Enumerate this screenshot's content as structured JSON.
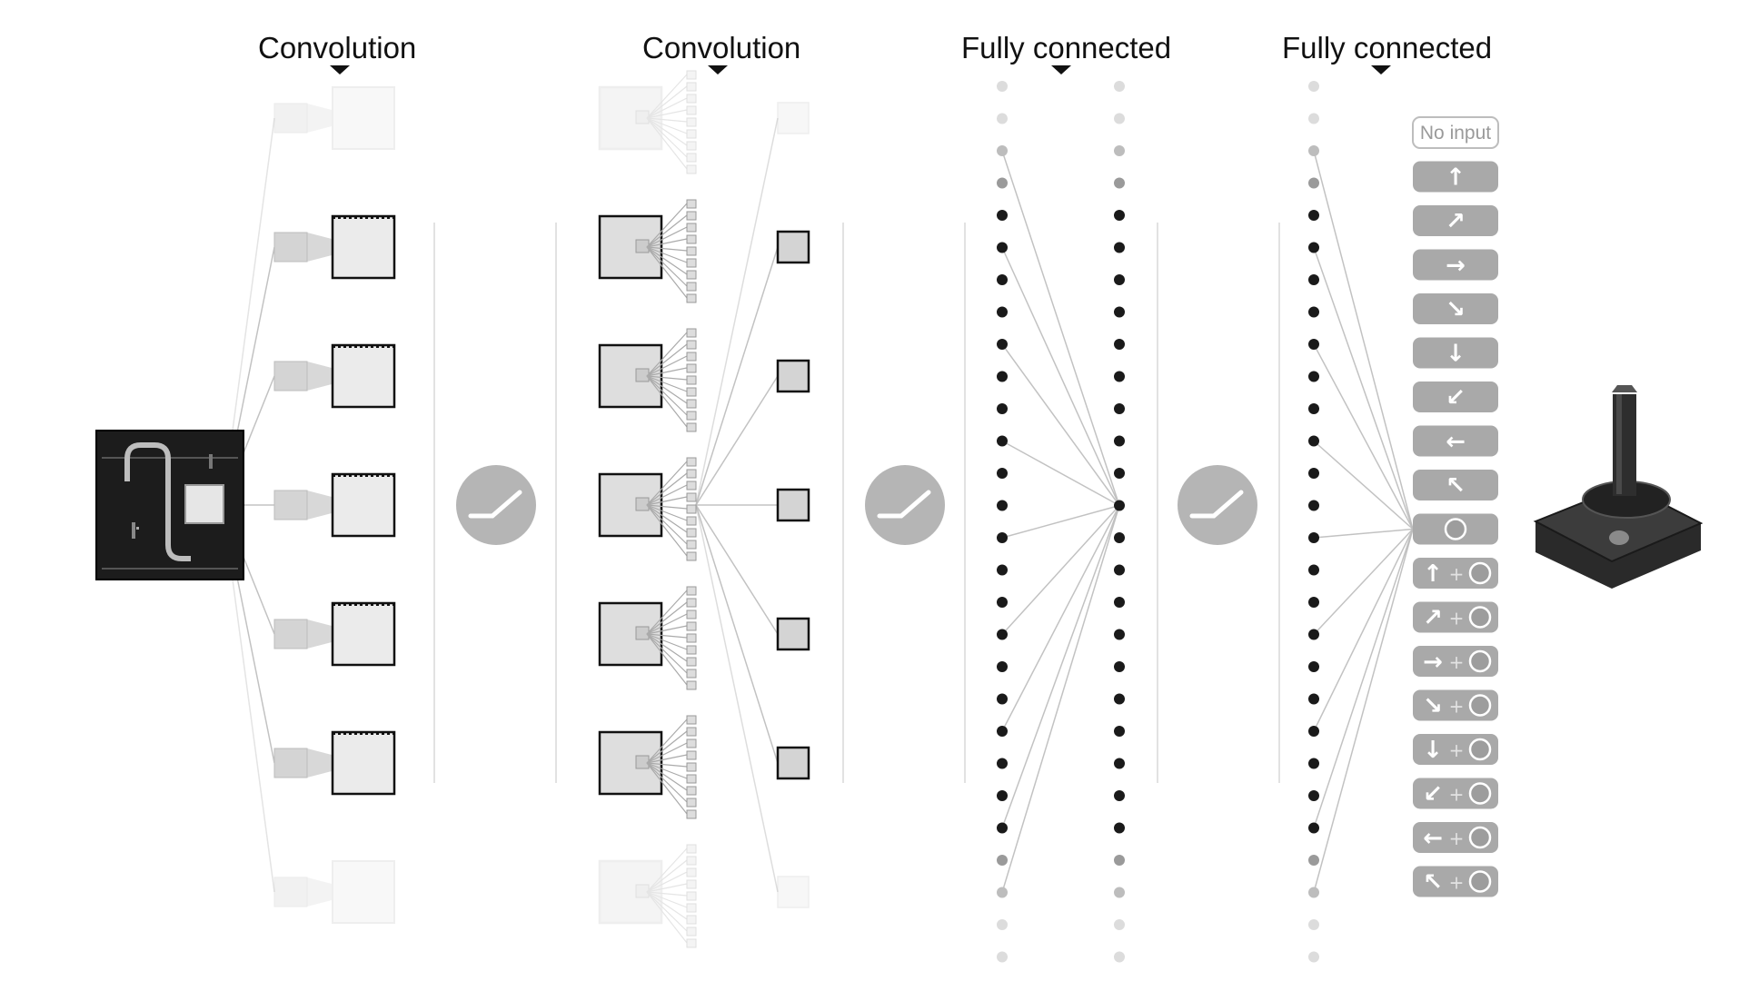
{
  "headers": [
    {
      "id": "conv1",
      "text": "Convolution"
    },
    {
      "id": "conv2",
      "text": "Convolution"
    },
    {
      "id": "fc1",
      "text": "Fully connected"
    },
    {
      "id": "fc2",
      "text": "Fully connected"
    }
  ],
  "activations": [
    "relu-icon",
    "relu-icon",
    "relu-icon"
  ],
  "actions": [
    {
      "id": "no-input",
      "label": "No input",
      "glyph": ""
    },
    {
      "id": "up",
      "glyph": "↑"
    },
    {
      "id": "up-right",
      "glyph": "↗"
    },
    {
      "id": "right",
      "glyph": "→"
    },
    {
      "id": "down-right",
      "glyph": "↘"
    },
    {
      "id": "down",
      "glyph": "↓"
    },
    {
      "id": "down-left",
      "glyph": "↙"
    },
    {
      "id": "left",
      "glyph": "←"
    },
    {
      "id": "up-left",
      "glyph": "↖"
    },
    {
      "id": "fire",
      "glyph": "●"
    },
    {
      "id": "up-fire",
      "glyph": "↑"
    },
    {
      "id": "up-right-fire",
      "glyph": "↗"
    },
    {
      "id": "right-fire",
      "glyph": "→"
    },
    {
      "id": "down-right-fire",
      "glyph": "↘"
    },
    {
      "id": "down-fire",
      "glyph": "↓"
    },
    {
      "id": "down-left-fire",
      "glyph": "↙"
    },
    {
      "id": "left-fire",
      "glyph": "←"
    },
    {
      "id": "up-left-fire",
      "glyph": "↖"
    }
  ],
  "icons": {
    "input": "game-screen-icon",
    "output": "joystick-icon"
  },
  "colors": {
    "action_fill": "#a9a9a9",
    "relu_fill": "#b5b5b5",
    "node_active": "#1a1a1a",
    "node_faded": "#cfcfcf"
  }
}
